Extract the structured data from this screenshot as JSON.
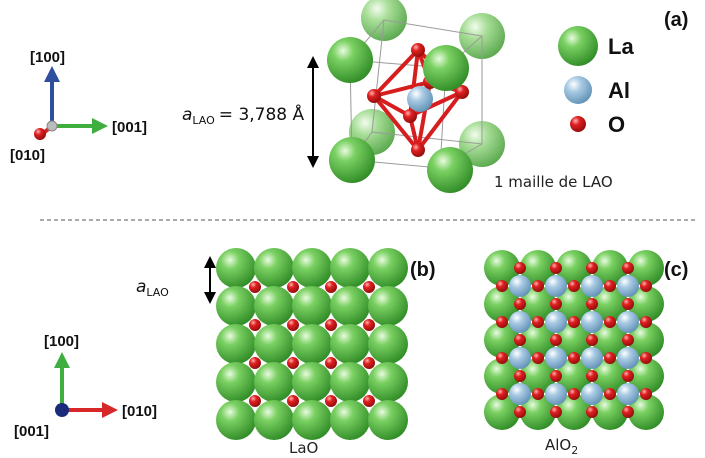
{
  "panel_labels": {
    "a": "(a)",
    "b": "(b)",
    "c": "(c)"
  },
  "axes_top": {
    "up": "[100]",
    "right": "[001]",
    "out": "[010]"
  },
  "axes_bottom": {
    "up": "[100]",
    "right": "[010]",
    "out": "[001]"
  },
  "lattice_constant": {
    "symbol": "a",
    "subscript": "LAO",
    "value": "= 3,788 Å"
  },
  "lattice_b_label": {
    "symbol": "a",
    "subscript": "LAO"
  },
  "legend": [
    {
      "label": "La",
      "color": "#4caf3a"
    },
    {
      "label": "Al",
      "color": "#8fb6d4"
    },
    {
      "label": "O",
      "color": "#d71e1e"
    }
  ],
  "cell_caption": "1 maille de LAO",
  "caption_b": "LaO",
  "caption_c": {
    "main": "AlO",
    "sub": "2"
  },
  "colors": {
    "La": "#4caf3a",
    "Al": "#8fb6d4",
    "O": "#d71e1e",
    "axis_blue": "#2e4f9e",
    "axis_green": "#3fae3f",
    "axis_red": "#d62828"
  }
}
